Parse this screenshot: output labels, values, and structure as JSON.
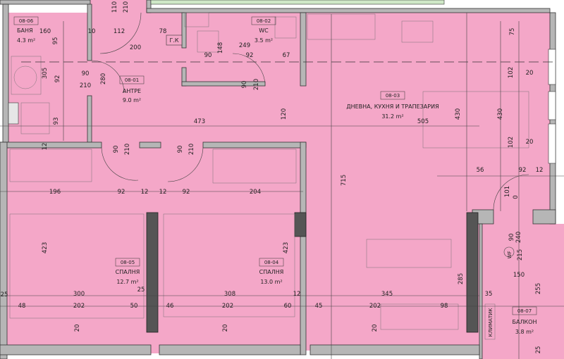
{
  "colors": {
    "room_fill": "#f4a7c8",
    "wall": "#b6b6b6",
    "ink": "#222222"
  },
  "rooms": [
    {
      "id": "08-06",
      "name": "БАНЯ",
      "area": "4.3 m²"
    },
    {
      "id": "08-02",
      "name": "WC",
      "area": "3.5 m²"
    },
    {
      "id": "08-01",
      "name": "АНТРЕ",
      "area": "9.0 m²"
    },
    {
      "id": "08-03",
      "name": "ДНЕВНА, КУХНЯ И ТРАПЕЗАРИЯ",
      "area": "31.2 m²"
    },
    {
      "id": "08-05",
      "name": "СПАЛНЯ",
      "area": "12.7 m²"
    },
    {
      "id": "08-04",
      "name": "СПАЛНЯ",
      "area": "13.0 m²"
    },
    {
      "id": "08-07",
      "name": "БАЛКОН",
      "area": "3.8 m²"
    }
  ],
  "fixtures": {
    "gk": "Г.К",
    "wf": "WF",
    "air_conditioner": "КЛИМАТИК"
  },
  "dimensions": [
    "160",
    "95",
    "10",
    "112",
    "78",
    "110",
    "210",
    "200",
    "148",
    "249",
    "92",
    "90",
    "67",
    "75",
    "305",
    "92",
    "90",
    "210",
    "280",
    "90",
    "210",
    "120",
    "102",
    "20",
    "430",
    "430",
    "93",
    "473",
    "505",
    "12",
    "90",
    "210",
    "90",
    "210",
    "102",
    "20",
    "56",
    "92",
    "12",
    "715",
    "196",
    "92",
    "12",
    "12",
    "92",
    "204",
    "101",
    "0",
    "90",
    "240",
    "215",
    "423",
    "423",
    "150",
    "285",
    "255",
    "25",
    "300",
    "25",
    "308",
    "12",
    "345",
    "35",
    "48",
    "202",
    "50",
    "46",
    "202",
    "60",
    "45",
    "202",
    "98",
    "20",
    "20",
    "20",
    "25"
  ]
}
